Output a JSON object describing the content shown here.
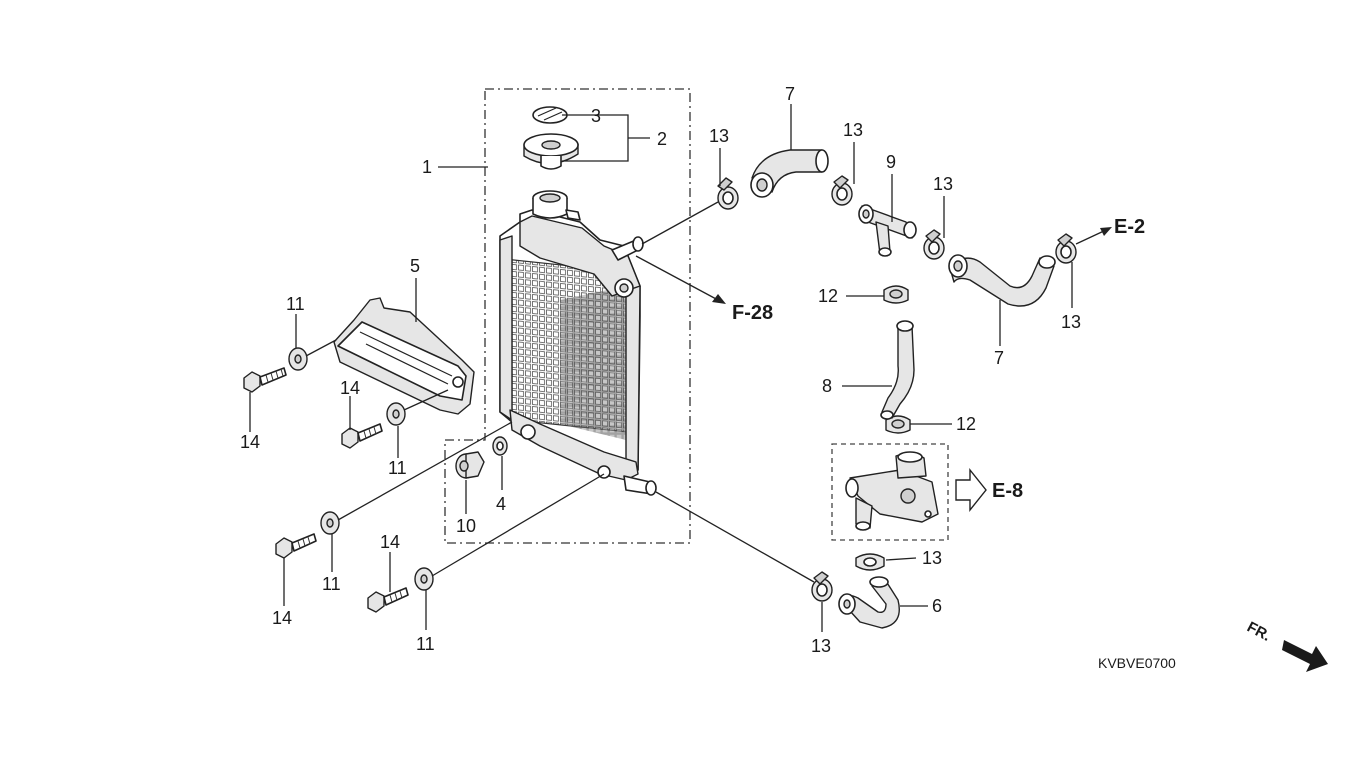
{
  "diagram": {
    "part_numbers": {
      "p1": "1",
      "p2": "2",
      "p3": "3",
      "p4": "4",
      "p5": "5",
      "p6": "6",
      "p7": "7",
      "p8": "8",
      "p9": "9",
      "p10": "10",
      "p11": "11",
      "p12": "12",
      "p13": "13",
      "p14": "14"
    },
    "references": {
      "f28": "F-28",
      "e2": "E-2",
      "e8": "E-8"
    },
    "diagram_code": "KVBVE0700",
    "front_indicator": "FR."
  }
}
